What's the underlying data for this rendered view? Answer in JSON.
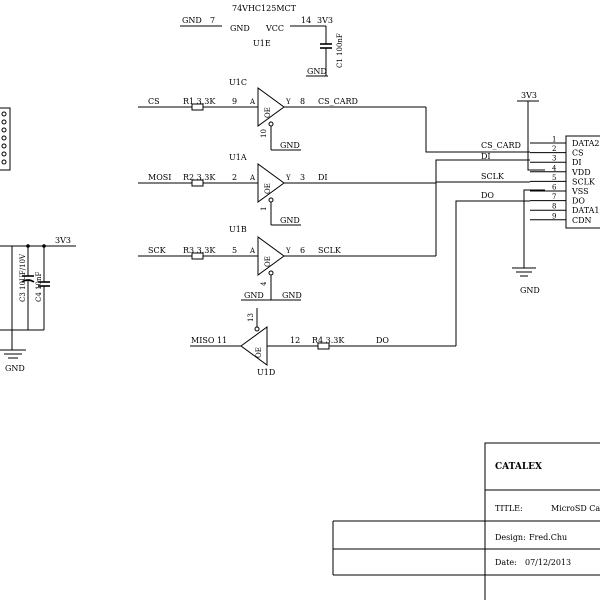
{
  "u1e": {
    "part_number": "74VHC125MCT",
    "gnd_label": "GND",
    "gnd_pin": "7",
    "gnd_net": "GND",
    "vcc_label": "VCC",
    "vcc_pin": "14",
    "vcc_net": "3V3",
    "ref": "U1E",
    "cap_label": "C1 100nF",
    "cap_gnd": "GND"
  },
  "u1c": {
    "ref": "U1C",
    "in_net": "CS",
    "res": "R1 3.3K",
    "in_pin": "9",
    "out_pin": "8",
    "out_net": "CS_CARD",
    "oe_pin": "10",
    "oe_gnd": "GND"
  },
  "u1a": {
    "ref": "U1A",
    "in_net": "MOSI",
    "res": "R2 3.3K",
    "in_pin": "2",
    "out_pin": "3",
    "out_net": "DI",
    "oe_pin": "1",
    "oe_gnd": "GND"
  },
  "u1b": {
    "ref": "U1B",
    "in_net": "SCK",
    "res": "R3 3.3K",
    "in_pin": "5",
    "out_pin": "6",
    "out_net": "SCLK",
    "oe_pin": "4",
    "oe_gnd_left": "GND",
    "oe_gnd_right": "GND"
  },
  "u1d": {
    "ref": "U1D",
    "left_net": "MISO",
    "left_pin": "11",
    "oe_pin": "13",
    "right_pin": "12",
    "res": "R4 3.3K",
    "right_net": "DO"
  },
  "gate": {
    "oe": "OE",
    "a": "A",
    "y": "Y"
  },
  "connector": {
    "vcc_net": "3V3",
    "gnd_net": "GND",
    "net_cs": "CS_CARD",
    "net_di": "DI",
    "net_sclk": "SCLK",
    "net_do": "DO",
    "pins": [
      {
        "num": "1",
        "name": "DATA2"
      },
      {
        "num": "2",
        "name": "CS"
      },
      {
        "num": "3",
        "name": "DI"
      },
      {
        "num": "4",
        "name": "VDD"
      },
      {
        "num": "5",
        "name": "SCLK"
      },
      {
        "num": "6",
        "name": "VSS"
      },
      {
        "num": "7",
        "name": "DO"
      },
      {
        "num": "8",
        "name": "DATA1"
      },
      {
        "num": "9",
        "name": "CDN"
      }
    ]
  },
  "power": {
    "net": "3V3",
    "c3": "C3 10UF/10V",
    "c4": "C4 10nF",
    "gnd": "GND"
  },
  "title_block": {
    "company": "CATALEX",
    "title_label": "TITLE:",
    "title_value": "MicroSD Card",
    "design_label": "Design:",
    "designer": "Fred.Chu",
    "date_label": "Date:",
    "date": "07/12/2013"
  }
}
